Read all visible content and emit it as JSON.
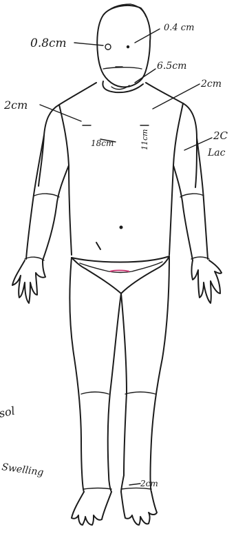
{
  "diagram": {
    "ink_color": "#1b1b1b",
    "genital_mark_color": "#d0407a",
    "annotations": {
      "face_left_eye": "0.8cm",
      "face_right": "0.4 cm",
      "neck": "6.5cm",
      "right_shoulder": "2cm",
      "left_shoulder": "2cm",
      "left_chest": "18cm",
      "right_chest": "11cm",
      "right_arm": "2C",
      "right_arm_2": "Lac",
      "left_margin_1": "sol",
      "left_margin_2": "Swelling",
      "right_ankle": "2cm"
    }
  }
}
